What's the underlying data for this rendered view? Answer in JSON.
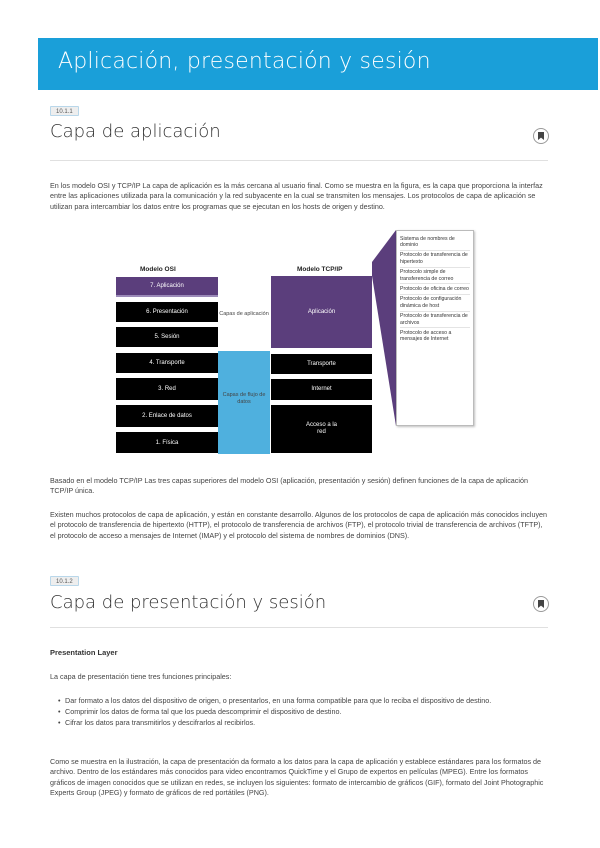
{
  "banner": {
    "title": "Aplicación, presentación y sesión"
  },
  "section1": {
    "badge": "10.1.1",
    "title": "Capa de aplicación",
    "intro": "En los modelo OSI y TCP/IP La capa de aplicación es la más cercana al usuario final. Como se muestra en la figura, es la capa que proporciona la interfaz entre las aplicaciones utilizada para la comunicación y la red subyacente en la cual se transmiten los mensajes. Los protocolos de capa de aplicación se utilizan para intercambiar los datos entre los programas que se ejecutan en los hosts de origen y destino.",
    "para2": "Basado en el modelo TCP/IP Las tres capas superiores del modelo OSI (aplicación, presentación y sesión) definen funciones de la capa de aplicación TCP/IP única.",
    "para3": "Existen muchos protocolos de capa de aplicación, y están en constante desarrollo. Algunos de los protocolos de capa de aplicación más conocidos incluyen el protocolo de transferencia de hipertexto (HTTP), el protocolo de transferencia de archivos (FTP), el protocolo trivial de transferencia de archivos (TFTP), el protocolo de acceso a mensajes de Internet (IMAP) y el protocolo del sistema de nombres de dominios (DNS)."
  },
  "diagram": {
    "osi_header": "Modelo OSI",
    "tcp_header": "Modelo TCP/IP",
    "osi_layers": [
      "7. Aplicación",
      "6. Presentación",
      "5. Sesión",
      "4. Transporte",
      "3. Red",
      "2. Enlace de datos",
      "1. Física"
    ],
    "mid_upper": "Capas de aplicación",
    "mid_lower": "Capas de flujo de datos",
    "tcp_layers": [
      "Aplicación",
      "Transporte",
      "Internet",
      "Acceso a la red"
    ],
    "protocols": [
      "Sistema de nombres de dominio",
      "Protocolo de transferencia de hipertexto",
      "Protocolo simple de transferencia de correo",
      "Protocolo de oficina de correo",
      "Protocolo de configuración dinámica de host",
      "Protocolo de transferencia de archivos",
      "Protocolo de acceso a mensajes de Internet"
    ],
    "colors": {
      "purple": "#5b3e7c",
      "light_blue": "#4fb0de",
      "black": "#000000"
    }
  },
  "section2": {
    "badge": "10.1.2",
    "title": "Capa de presentación y sesión",
    "subhead": "Presentation Layer",
    "intro": "La capa de presentación tiene tres funciones principales:",
    "bullets": [
      "Dar formato a los datos del dispositivo de origen, o presentarlos, en una forma compatible para que lo reciba el dispositivo de destino.",
      "Comprimir los datos de forma tal que los pueda descomprimir el dispositivo de destino.",
      "Cifrar los datos para transmitirlos y descifrarlos al recibirlos."
    ],
    "para": "Como se muestra en la ilustración, la capa de presentación da formato a los datos para la capa de aplicación y establece estándares para los formatos de archivo. Dentro de los estándares más conocidos para video encontramos QuickTime y el Grupo de expertos en películas (MPEG). Entre los formatos gráficos de imagen conocidos que se utilizan en redes, se incluyen los siguientes: formato de intercambio de gráficos (GIF), formato del Joint Photographic Experts Group (JPEG) y formato de gráficos de red portátiles (PNG)."
  },
  "icons": {
    "bookmark": "bookmark-icon"
  },
  "accent": "#1a9fd9"
}
